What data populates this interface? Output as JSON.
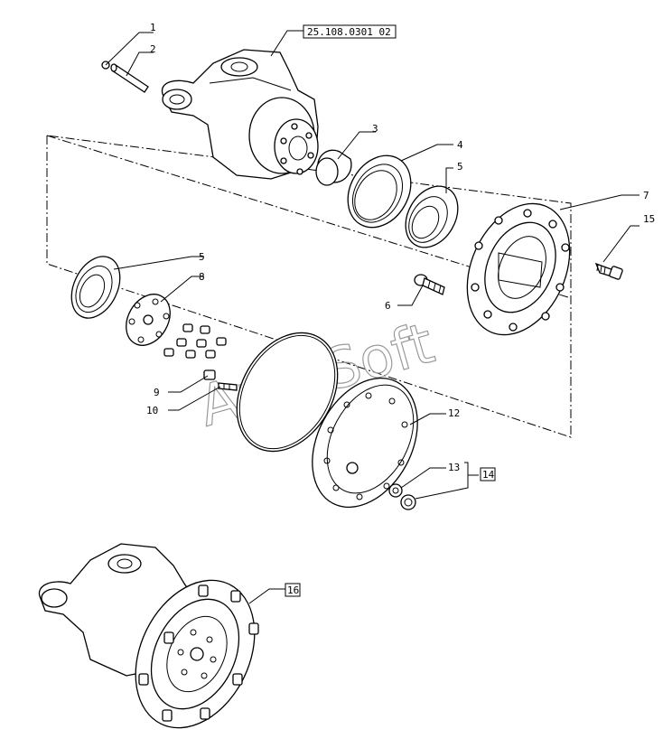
{
  "watermark": "AutoSoft",
  "reference_box": "25.108.0301 02",
  "callouts": {
    "c1": "1",
    "c2": "2",
    "c3": "3",
    "c4": "4",
    "c5a": "5",
    "c5b": "5",
    "c6": "6",
    "c7": "7",
    "c8": "8",
    "c9": "9",
    "c10": "10",
    "c12": "12",
    "c13": "13",
    "c14": "14",
    "c15": "15",
    "c16": "16"
  }
}
